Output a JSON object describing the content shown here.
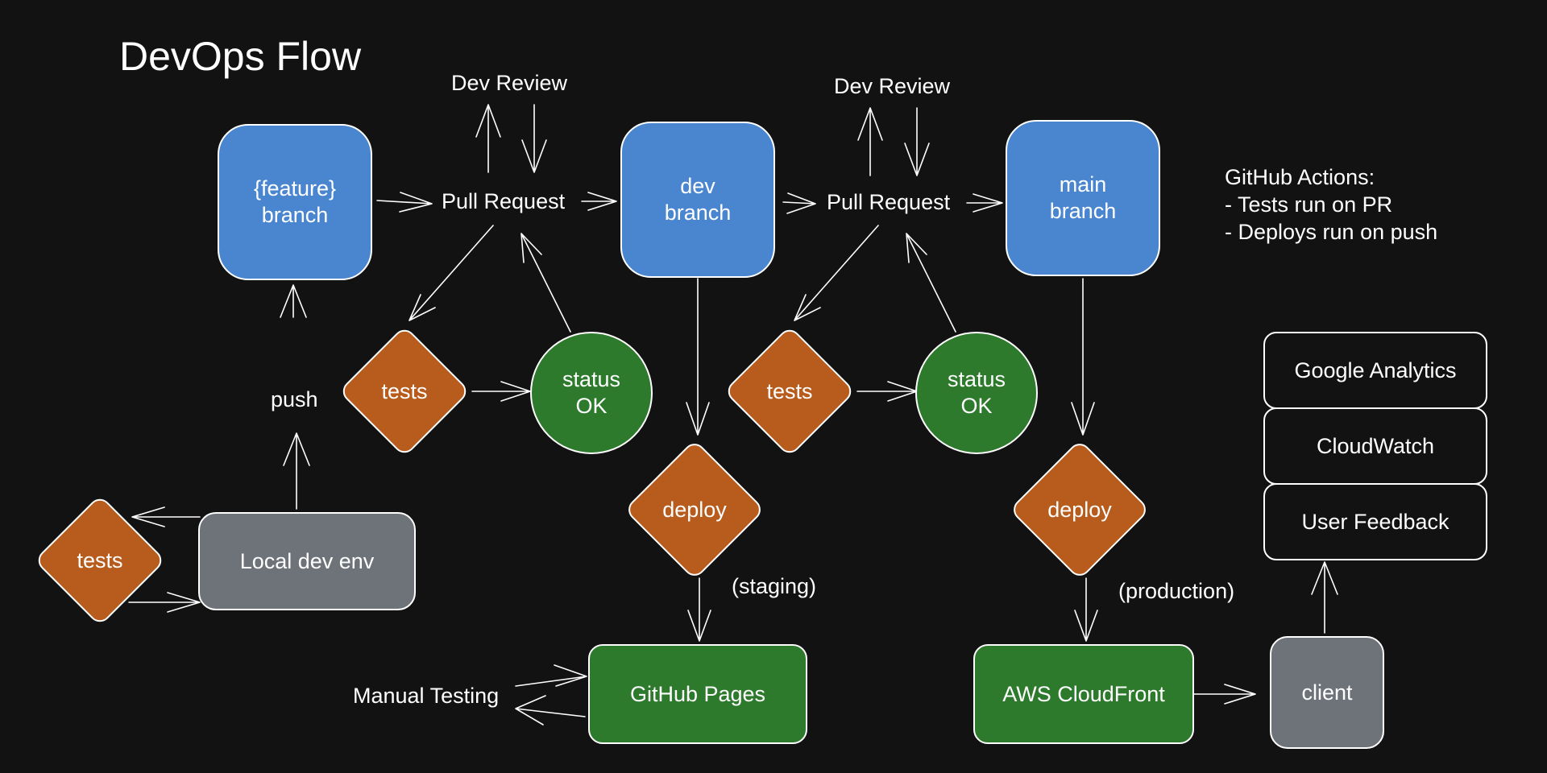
{
  "title": "DevOps Flow",
  "nodes": {
    "feature_branch": "{feature}\nbranch",
    "dev_branch": "dev\nbranch",
    "main_branch": "main\nbranch",
    "local_dev_env": "Local dev env",
    "github_pages": "GitHub Pages",
    "aws_cloudfront": "AWS CloudFront",
    "client": "client",
    "status_ok_1": "status\nOK",
    "status_ok_2": "status\nOK",
    "tests_1": "tests",
    "tests_2": "tests",
    "tests_local": "tests",
    "deploy_staging": "deploy",
    "deploy_production": "deploy"
  },
  "monitoring": {
    "google_analytics": "Google Analytics",
    "cloudwatch": "CloudWatch",
    "user_feedback": "User Feedback"
  },
  "labels": {
    "dev_review_1": "Dev Review",
    "dev_review_2": "Dev Review",
    "pull_request_1": "Pull Request",
    "pull_request_2": "Pull Request",
    "push": "push",
    "staging": "(staging)",
    "production": "(production)",
    "manual_testing": "Manual Testing"
  },
  "notes": {
    "heading": "GitHub Actions:",
    "line_1": "- Tests run on PR",
    "line_2": "- Deploys run on push"
  }
}
